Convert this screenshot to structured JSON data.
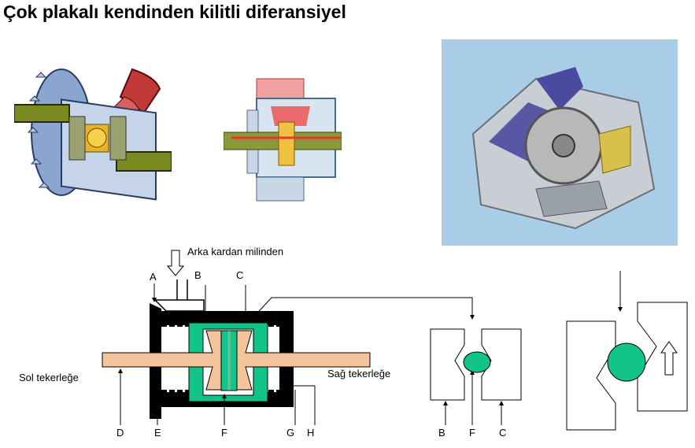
{
  "title": "Çok plakalı kendinden kilitli diferansiyel",
  "colors": {
    "shaft": "#f6c49a",
    "green": "#12c489",
    "housing": "#000000",
    "photo_bg": "#a9cde6"
  },
  "diagram": {
    "input_label": "Arka kardan milinden",
    "left_wheel": "Sol tekerleğe",
    "right_wheel": "Sağ tekerleğe",
    "letters": {
      "A": "A",
      "B": "B",
      "C": "C",
      "D": "D",
      "E": "E",
      "F": "F",
      "G": "G",
      "H": "H"
    }
  },
  "detail_small": {
    "b": "B",
    "f": "F",
    "c": "C"
  }
}
